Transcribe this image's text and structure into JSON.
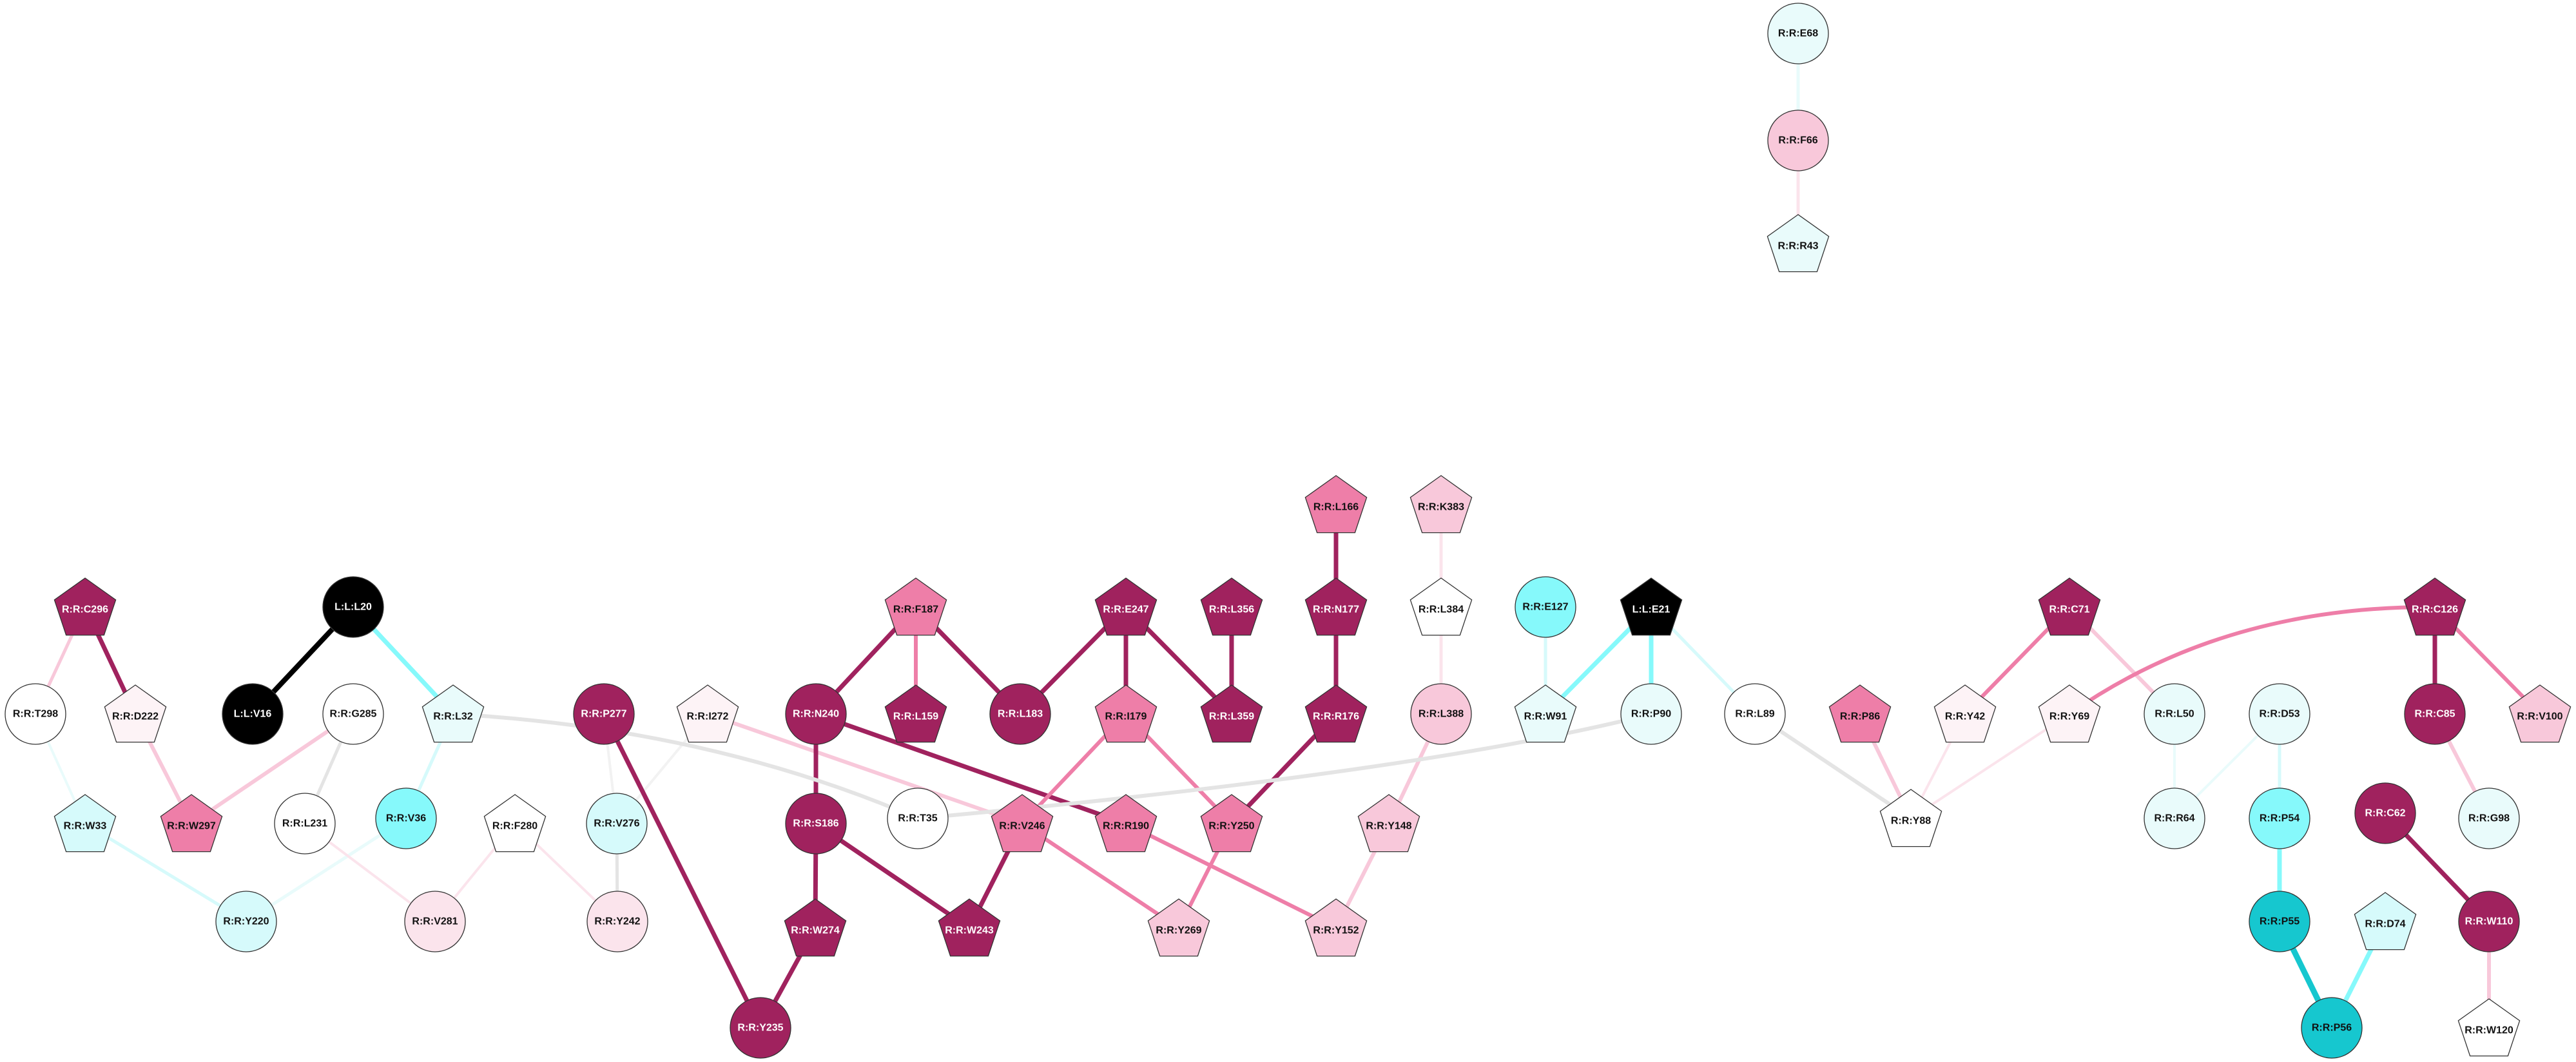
{
  "colors": {
    "black": "#000000",
    "white": "#ffffff",
    "dark_magenta": "#a0225e",
    "mid_pink": "#ee7ea8",
    "light_pink": "#f8c8da",
    "pale_pink": "#fbe4ec",
    "very_pale_pink": "#fdf3f6",
    "cyan": "#86f9fb",
    "light_cyan": "#d6fafb",
    "pale_cyan": "#e9fbfb",
    "teal": "#16c7cf",
    "gray_edge": "#e4e4e4"
  },
  "nodes": [
    {
      "id": "E68",
      "label": "R:R:E68",
      "shape": "circle",
      "fill": "#e9fbfb"
    },
    {
      "id": "F66",
      "label": "R:R:F66",
      "shape": "circle",
      "fill": "#f8c8da"
    },
    {
      "id": "R43",
      "label": "R:R:R43",
      "shape": "pentagon",
      "fill": "#e9fbfb"
    },
    {
      "id": "C296",
      "label": "R:R:C296",
      "shape": "pentagon",
      "fill": "#a0225e"
    },
    {
      "id": "T298",
      "label": "R:R:T298",
      "shape": "circle",
      "fill": "#ffffff"
    },
    {
      "id": "D222",
      "label": "R:R:D222",
      "shape": "pentagon",
      "fill": "#fdf3f6"
    },
    {
      "id": "W33",
      "label": "R:R:W33",
      "shape": "pentagon",
      "fill": "#d6fafb"
    },
    {
      "id": "W297",
      "label": "R:R:W297",
      "shape": "pentagon",
      "fill": "#ee7ea8"
    },
    {
      "id": "L20",
      "label": "L:L:L20",
      "shape": "circle",
      "fill": "#000000"
    },
    {
      "id": "V16",
      "label": "L:L:V16",
      "shape": "circle",
      "fill": "#000000"
    },
    {
      "id": "G285",
      "label": "R:R:G285",
      "shape": "circle",
      "fill": "#ffffff"
    },
    {
      "id": "L231",
      "label": "R:R:L231",
      "shape": "circle",
      "fill": "#ffffff"
    },
    {
      "id": "L32",
      "label": "R:R:L32",
      "shape": "pentagon",
      "fill": "#e9fbfb"
    },
    {
      "id": "V36",
      "label": "R:R:V36",
      "shape": "circle",
      "fill": "#86f9fb"
    },
    {
      "id": "Y220",
      "label": "R:R:Y220",
      "shape": "circle",
      "fill": "#d6fafb"
    },
    {
      "id": "F280",
      "label": "R:R:F280",
      "shape": "pentagon",
      "fill": "#ffffff"
    },
    {
      "id": "V281",
      "label": "R:R:V281",
      "shape": "circle",
      "fill": "#fbe4ec"
    },
    {
      "id": "P277",
      "label": "R:R:P277",
      "shape": "circle",
      "fill": "#a0225e"
    },
    {
      "id": "I272",
      "label": "R:R:I272",
      "shape": "pentagon",
      "fill": "#fdf3f6"
    },
    {
      "id": "V276",
      "label": "R:R:V276",
      "shape": "circle",
      "fill": "#d6fafb"
    },
    {
      "id": "Y242",
      "label": "R:R:Y242",
      "shape": "circle",
      "fill": "#fbe4ec"
    },
    {
      "id": "F187",
      "label": "R:R:F187",
      "shape": "pentagon",
      "fill": "#ee7ea8"
    },
    {
      "id": "N240",
      "label": "R:R:N240",
      "shape": "circle",
      "fill": "#a0225e"
    },
    {
      "id": "L159",
      "label": "R:R:L159",
      "shape": "pentagon",
      "fill": "#a0225e"
    },
    {
      "id": "L183",
      "label": "R:R:L183",
      "shape": "circle",
      "fill": "#a0225e"
    },
    {
      "id": "T35",
      "label": "R:R:T35",
      "shape": "circle",
      "fill": "#ffffff"
    },
    {
      "id": "S186",
      "label": "R:R:S186",
      "shape": "circle",
      "fill": "#a0225e"
    },
    {
      "id": "W274",
      "label": "R:R:W274",
      "shape": "pentagon",
      "fill": "#a0225e"
    },
    {
      "id": "Y235",
      "label": "R:R:Y235",
      "shape": "circle",
      "fill": "#a0225e"
    },
    {
      "id": "W243",
      "label": "R:R:W243",
      "shape": "pentagon",
      "fill": "#a0225e"
    },
    {
      "id": "E247",
      "label": "R:R:E247",
      "shape": "pentagon",
      "fill": "#a0225e"
    },
    {
      "id": "I179",
      "label": "R:R:I179",
      "shape": "pentagon",
      "fill": "#ee7ea8"
    },
    {
      "id": "V246",
      "label": "R:R:V246",
      "shape": "pentagon",
      "fill": "#ee7ea8"
    },
    {
      "id": "R190",
      "label": "R:R:R190",
      "shape": "pentagon",
      "fill": "#ee7ea8"
    },
    {
      "id": "L356",
      "label": "R:R:L356",
      "shape": "pentagon",
      "fill": "#a0225e"
    },
    {
      "id": "L359",
      "label": "R:R:L359",
      "shape": "pentagon",
      "fill": "#a0225e"
    },
    {
      "id": "Y250",
      "label": "R:R:Y250",
      "shape": "pentagon",
      "fill": "#ee7ea8"
    },
    {
      "id": "Y269",
      "label": "R:R:Y269",
      "shape": "pentagon",
      "fill": "#f8c8da"
    },
    {
      "id": "L166",
      "label": "R:R:L166",
      "shape": "pentagon",
      "fill": "#ee7ea8"
    },
    {
      "id": "N177",
      "label": "R:R:N177",
      "shape": "pentagon",
      "fill": "#a0225e"
    },
    {
      "id": "R176",
      "label": "R:R:R176",
      "shape": "pentagon",
      "fill": "#a0225e"
    },
    {
      "id": "K383",
      "label": "R:R:K383",
      "shape": "pentagon",
      "fill": "#f8c8da"
    },
    {
      "id": "L384",
      "label": "R:R:L384",
      "shape": "pentagon",
      "fill": "#ffffff"
    },
    {
      "id": "L388",
      "label": "R:R:L388",
      "shape": "circle",
      "fill": "#f8c8da"
    },
    {
      "id": "Y148",
      "label": "R:R:Y148",
      "shape": "pentagon",
      "fill": "#f8c8da"
    },
    {
      "id": "Y152",
      "label": "R:R:Y152",
      "shape": "pentagon",
      "fill": "#f8c8da"
    },
    {
      "id": "E127",
      "label": "R:R:E127",
      "shape": "circle",
      "fill": "#86f9fb"
    },
    {
      "id": "W91",
      "label": "R:R:W91",
      "shape": "pentagon",
      "fill": "#e9fbfb"
    },
    {
      "id": "E21",
      "label": "L:L:E21",
      "shape": "pentagon",
      "fill": "#000000"
    },
    {
      "id": "P90",
      "label": "R:R:P90",
      "shape": "circle",
      "fill": "#e9fbfb"
    },
    {
      "id": "L89",
      "label": "R:R:L89",
      "shape": "circle",
      "fill": "#ffffff"
    },
    {
      "id": "P86",
      "label": "R:R:P86",
      "shape": "pentagon",
      "fill": "#ee7ea8"
    },
    {
      "id": "C71",
      "label": "R:R:C71",
      "shape": "pentagon",
      "fill": "#a0225e"
    },
    {
      "id": "Y42",
      "label": "R:R:Y42",
      "shape": "pentagon",
      "fill": "#fdf3f6"
    },
    {
      "id": "Y69",
      "label": "R:R:Y69",
      "shape": "pentagon",
      "fill": "#fdf3f6"
    },
    {
      "id": "Y88",
      "label": "R:R:Y88",
      "shape": "pentagon",
      "fill": "#ffffff"
    },
    {
      "id": "L50",
      "label": "R:R:L50",
      "shape": "circle",
      "fill": "#e9fbfb"
    },
    {
      "id": "R64",
      "label": "R:R:R64",
      "shape": "circle",
      "fill": "#e9fbfb"
    },
    {
      "id": "D53",
      "label": "R:R:D53",
      "shape": "circle",
      "fill": "#e9fbfb"
    },
    {
      "id": "P54",
      "label": "R:R:P54",
      "shape": "circle",
      "fill": "#86f9fb"
    },
    {
      "id": "P55",
      "label": "R:R:P55",
      "shape": "circle",
      "fill": "#16c7cf"
    },
    {
      "id": "D74",
      "label": "R:R:D74",
      "shape": "pentagon",
      "fill": "#d6fafb"
    },
    {
      "id": "P56",
      "label": "R:R:P56",
      "shape": "circle",
      "fill": "#16c7cf"
    },
    {
      "id": "C62",
      "label": "R:R:C62",
      "shape": "circle",
      "fill": "#a0225e"
    },
    {
      "id": "W110",
      "label": "R:R:W110",
      "shape": "circle",
      "fill": "#a0225e"
    },
    {
      "id": "W120",
      "label": "R:R:W120",
      "shape": "pentagon",
      "fill": "#ffffff"
    },
    {
      "id": "C126",
      "label": "R:R:C126",
      "shape": "pentagon",
      "fill": "#a0225e"
    },
    {
      "id": "C85",
      "label": "R:R:C85",
      "shape": "circle",
      "fill": "#a0225e"
    },
    {
      "id": "V100",
      "label": "R:R:V100",
      "shape": "pentagon",
      "fill": "#f8c8da"
    },
    {
      "id": "G98",
      "label": "R:R:G98",
      "shape": "circle",
      "fill": "#e9fbfb"
    }
  ],
  "edges": [
    {
      "from": "E68",
      "to": "F66",
      "color": "#e9fbfb",
      "weight": 5
    },
    {
      "from": "F66",
      "to": "R43",
      "color": "#fbe4ec",
      "weight": 5
    },
    {
      "from": "C296",
      "to": "T298",
      "color": "#f8c8da",
      "weight": 5
    },
    {
      "from": "C296",
      "to": "D222",
      "color": "#a0225e",
      "weight": 7
    },
    {
      "from": "T298",
      "to": "W33",
      "color": "#e9fbfb",
      "weight": 4
    },
    {
      "from": "D222",
      "to": "W297",
      "color": "#f8c8da",
      "weight": 6
    },
    {
      "from": "G285",
      "to": "W297",
      "color": "#f8c8da",
      "weight": 6
    },
    {
      "from": "G285",
      "to": "L231",
      "color": "#e4e4e4",
      "weight": 5
    },
    {
      "from": "L20",
      "to": "V16",
      "color": "#000000",
      "weight": 8
    },
    {
      "from": "L20",
      "to": "L32",
      "color": "#86f9fb",
      "weight": 7
    },
    {
      "from": "L32",
      "to": "V36",
      "color": "#d6fafb",
      "weight": 5
    },
    {
      "from": "W33",
      "to": "Y220",
      "color": "#d6fafb",
      "weight": 5
    },
    {
      "from": "V36",
      "to": "Y220",
      "color": "#e9fbfb",
      "weight": 5
    },
    {
      "from": "L231",
      "to": "V281",
      "color": "#fbe4ec",
      "weight": 4
    },
    {
      "from": "F280",
      "to": "V281",
      "color": "#fbe4ec",
      "weight": 4
    },
    {
      "from": "F280",
      "to": "Y242",
      "color": "#fbe4ec",
      "weight": 4
    },
    {
      "from": "V276",
      "to": "Y242",
      "color": "#e4e4e4",
      "weight": 5
    },
    {
      "from": "I272",
      "to": "V276",
      "color": "#f2f2f2",
      "weight": 4
    },
    {
      "from": "P277",
      "to": "V276",
      "color": "#f2f2f2",
      "weight": 4
    },
    {
      "from": "P277",
      "to": "Y235",
      "color": "#a0225e",
      "weight": 7
    },
    {
      "from": "I272",
      "to": "V246",
      "color": "#f8c8da",
      "weight": 6
    },
    {
      "from": "F187",
      "to": "N240",
      "color": "#a0225e",
      "weight": 7
    },
    {
      "from": "F187",
      "to": "L159",
      "color": "#ee7ea8",
      "weight": 6
    },
    {
      "from": "F187",
      "to": "L183",
      "color": "#a0225e",
      "weight": 7
    },
    {
      "from": "N240",
      "to": "S186",
      "color": "#a0225e",
      "weight": 7
    },
    {
      "from": "N240",
      "to": "R190",
      "color": "#a0225e",
      "weight": 7
    },
    {
      "from": "S186",
      "to": "W274",
      "color": "#a0225e",
      "weight": 7
    },
    {
      "from": "S186",
      "to": "W243",
      "color": "#a0225e",
      "weight": 7
    },
    {
      "from": "W274",
      "to": "Y235",
      "color": "#a0225e",
      "weight": 7
    },
    {
      "from": "E247",
      "to": "L183",
      "color": "#a0225e",
      "weight": 7
    },
    {
      "from": "E247",
      "to": "I179",
      "color": "#a0225e",
      "weight": 7
    },
    {
      "from": "E247",
      "to": "L359",
      "color": "#a0225e",
      "weight": 7
    },
    {
      "from": "L356",
      "to": "L359",
      "color": "#a0225e",
      "weight": 7
    },
    {
      "from": "I179",
      "to": "V246",
      "color": "#ee7ea8",
      "weight": 6
    },
    {
      "from": "I179",
      "to": "Y250",
      "color": "#ee7ea8",
      "weight": 6
    },
    {
      "from": "V246",
      "to": "W243",
      "color": "#a0225e",
      "weight": 7
    },
    {
      "from": "V246",
      "to": "Y269",
      "color": "#ee7ea8",
      "weight": 6
    },
    {
      "from": "R190",
      "to": "Y152",
      "color": "#ee7ea8",
      "weight": 6
    },
    {
      "from": "Y250",
      "to": "Y269",
      "color": "#ee7ea8",
      "weight": 6
    },
    {
      "from": "L166",
      "to": "N177",
      "color": "#a0225e",
      "weight": 7
    },
    {
      "from": "N177",
      "to": "R176",
      "color": "#a0225e",
      "weight": 7
    },
    {
      "from": "R176",
      "to": "Y250",
      "color": "#a0225e",
      "weight": 7
    },
    {
      "from": "K383",
      "to": "L384",
      "color": "#fbe4ec",
      "weight": 5
    },
    {
      "from": "L384",
      "to": "L388",
      "color": "#fbe4ec",
      "weight": 5
    },
    {
      "from": "L388",
      "to": "Y148",
      "color": "#f8c8da",
      "weight": 6
    },
    {
      "from": "Y148",
      "to": "Y152",
      "color": "#f8c8da",
      "weight": 6
    },
    {
      "from": "E127",
      "to": "W91",
      "color": "#d6fafb",
      "weight": 5
    },
    {
      "from": "E21",
      "to": "W91",
      "color": "#86f9fb",
      "weight": 7
    },
    {
      "from": "E21",
      "to": "P90",
      "color": "#86f9fb",
      "weight": 7
    },
    {
      "from": "E21",
      "to": "L89",
      "color": "#d6fafb",
      "weight": 5
    },
    {
      "from": "L89",
      "to": "Y88",
      "color": "#e4e4e4",
      "weight": 6
    },
    {
      "from": "P86",
      "to": "Y88",
      "color": "#f8c8da",
      "weight": 6
    },
    {
      "from": "Y42",
      "to": "Y88",
      "color": "#fbe4ec",
      "weight": 4
    },
    {
      "from": "Y69",
      "to": "Y88",
      "color": "#fbe4ec",
      "weight": 4
    },
    {
      "from": "C71",
      "to": "Y42",
      "color": "#ee7ea8",
      "weight": 6
    },
    {
      "from": "C71",
      "to": "L50",
      "color": "#f8c8da",
      "weight": 6
    },
    {
      "from": "L50",
      "to": "R64",
      "color": "#e9fbfb",
      "weight": 4
    },
    {
      "from": "D53",
      "to": "R64",
      "color": "#e9fbfb",
      "weight": 4
    },
    {
      "from": "D53",
      "to": "P54",
      "color": "#d6fafb",
      "weight": 5
    },
    {
      "from": "P54",
      "to": "P55",
      "color": "#86f9fb",
      "weight": 7
    },
    {
      "from": "P55",
      "to": "P56",
      "color": "#16c7cf",
      "weight": 9
    },
    {
      "from": "D74",
      "to": "P56",
      "color": "#86f9fb",
      "weight": 7
    },
    {
      "from": "C62",
      "to": "W110",
      "color": "#a0225e",
      "weight": 7
    },
    {
      "from": "W110",
      "to": "W120",
      "color": "#f8c8da",
      "weight": 6
    },
    {
      "from": "C126",
      "to": "C85",
      "color": "#a0225e",
      "weight": 7
    },
    {
      "from": "C126",
      "to": "V100",
      "color": "#ee7ea8",
      "weight": 6
    },
    {
      "from": "C85",
      "to": "G98",
      "color": "#f8c8da",
      "weight": 6
    }
  ],
  "curved_edges": [
    {
      "from": "L32",
      "to": "T35",
      "color": "#e4e4e4",
      "weight": 6
    },
    {
      "from": "T35",
      "to": "P90",
      "color": "#e4e4e4",
      "weight": 6
    },
    {
      "from": "C126",
      "to": "Y69",
      "color": "#ee7ea8",
      "weight": 6
    }
  ]
}
